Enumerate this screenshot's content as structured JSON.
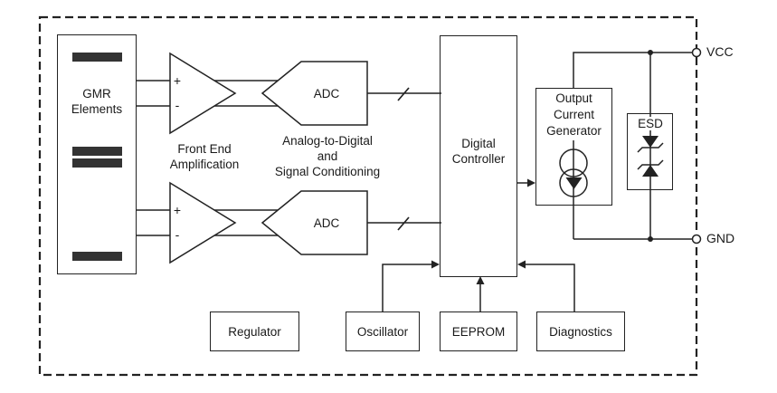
{
  "diagram": {
    "gmr": {
      "label": "GMR\nElements"
    },
    "front_end": {
      "caption": "Front End\nAmplification",
      "plus": "+",
      "minus": "-"
    },
    "adc": {
      "adc1_label": "ADC",
      "adc2_label": "ADC",
      "caption": "Analog-to-Digital\nand\nSignal Conditioning"
    },
    "digital_controller": {
      "label": "Digital\nController"
    },
    "output_current_generator": {
      "label": "Output\nCurrent\nGenerator"
    },
    "esd": {
      "label": "ESD"
    },
    "bottom_blocks": {
      "regulator": "Regulator",
      "oscillator": "Oscillator",
      "eeprom": "EEPROM",
      "diagnostics": "Diagnostics"
    },
    "terminals": {
      "vcc": "VCC",
      "gnd": "GND"
    },
    "colors": {
      "line": "#222222",
      "text": "#1a1a1a",
      "gmr_bar": "#333333",
      "background": "#ffffff"
    }
  }
}
